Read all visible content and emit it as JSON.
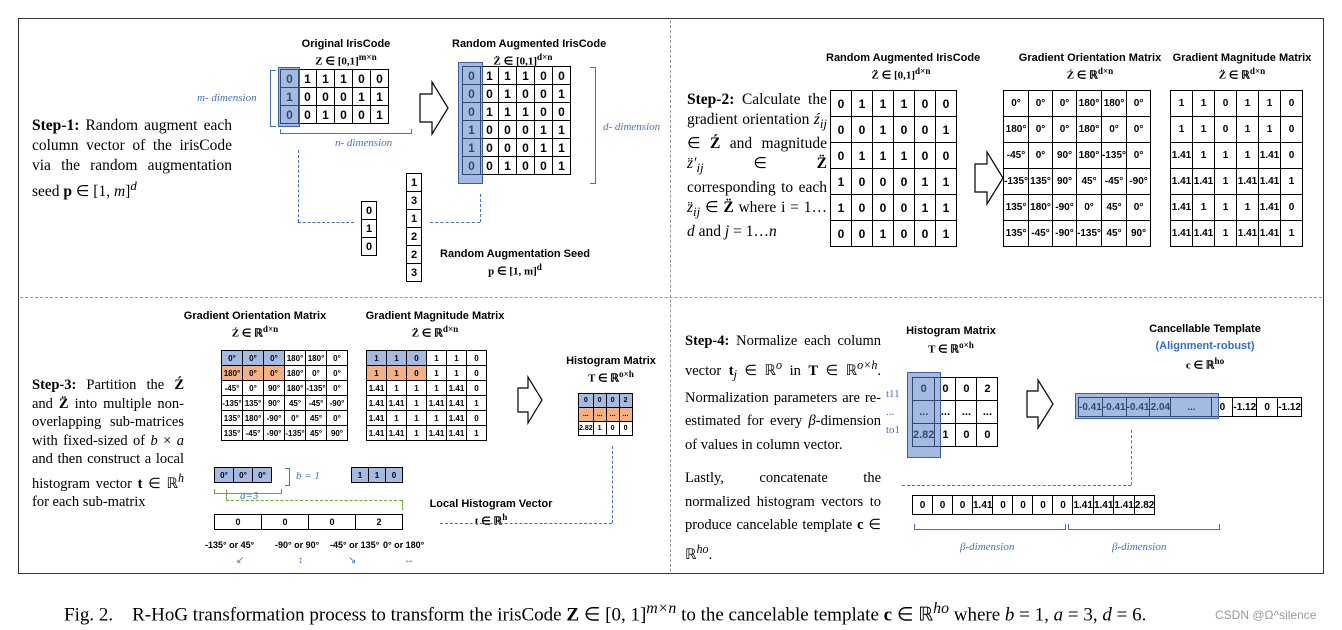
{
  "step1": {
    "label": "Step-1:",
    "text": "Random augment each column vector of the irisCode via the random augmentation seed p ∈ [1, m]^d",
    "orig_title": "Original IrisCode",
    "orig_sub": "Z ∈ [0,1]^{m×n}",
    "aug_title": "Random Augmented IrisCode",
    "aug_sub": "Z̈ ∈ [0,1]^{d×n}",
    "seed_title": "Random Augmentation Seed",
    "seed_sub": "p ∈ [1, m]^d",
    "m_dim": "m- dimension",
    "n_dim": "n- dimension",
    "d_dim": "d- dimension",
    "orig_matrix": [
      [
        "0",
        "1",
        "1",
        "1",
        "0",
        "0"
      ],
      [
        "1",
        "0",
        "0",
        "0",
        "1",
        "1"
      ],
      [
        "0",
        "0",
        "1",
        "0",
        "0",
        "1"
      ]
    ],
    "aug_matrix": [
      [
        "0",
        "1",
        "1",
        "1",
        "0",
        "0"
      ],
      [
        "0",
        "0",
        "1",
        "0",
        "0",
        "1"
      ],
      [
        "0",
        "1",
        "1",
        "1",
        "0",
        "0"
      ],
      [
        "1",
        "0",
        "0",
        "0",
        "1",
        "1"
      ],
      [
        "1",
        "0",
        "0",
        "0",
        "1",
        "1"
      ],
      [
        "0",
        "0",
        "1",
        "0",
        "0",
        "1"
      ]
    ],
    "first_col": [
      "0",
      "1",
      "0"
    ],
    "seed": [
      "1",
      "3",
      "1",
      "2",
      "2",
      "3"
    ]
  },
  "step2": {
    "label": "Step-2:",
    "text": "Calculate the gradient orientation ź_ij ∈ Ź and magnitude z̈′_ij ∈ Z̈ corresponding to each z̈_ij ∈ Z̈ where i = 1…d and j = 1…n",
    "aug_title": "Random Augmented IrisCode",
    "aug_sub": "Z̈ ∈ [0,1]^{d×n}",
    "orient_title": "Gradient Orientation Matrix",
    "orient_sub": "Ź ∈ ℝ^{d×n}",
    "mag_title": "Gradient Magnitude Matrix",
    "mag_sub": "Z̈ ∈ ℝ^{d×n}",
    "aug_matrix": [
      [
        "0",
        "1",
        "1",
        "1",
        "0",
        "0"
      ],
      [
        "0",
        "0",
        "1",
        "0",
        "0",
        "1"
      ],
      [
        "0",
        "1",
        "1",
        "1",
        "0",
        "0"
      ],
      [
        "1",
        "0",
        "0",
        "0",
        "1",
        "1"
      ],
      [
        "1",
        "0",
        "0",
        "0",
        "1",
        "1"
      ],
      [
        "0",
        "0",
        "1",
        "0",
        "0",
        "1"
      ]
    ],
    "orient_matrix": [
      [
        "0°",
        "0°",
        "0°",
        "180°",
        "180°",
        "0°"
      ],
      [
        "180°",
        "0°",
        "0°",
        "180°",
        "0°",
        "0°"
      ],
      [
        "-45°",
        "0°",
        "90°",
        "180°",
        "-135°",
        "0°"
      ],
      [
        "-135°",
        "135°",
        "90°",
        "45°",
        "-45°",
        "-90°"
      ],
      [
        "135°",
        "180°",
        "-90°",
        "0°",
        "45°",
        "0°"
      ],
      [
        "135°",
        "-45°",
        "-90°",
        "-135°",
        "45°",
        "90°"
      ]
    ],
    "mag_matrix": [
      [
        "1",
        "1",
        "0",
        "1",
        "1",
        "0"
      ],
      [
        "1",
        "1",
        "0",
        "1",
        "1",
        "0"
      ],
      [
        "1.41",
        "1",
        "1",
        "1",
        "1.41",
        "0"
      ],
      [
        "1.41",
        "1.41",
        "1",
        "1.41",
        "1.41",
        "1"
      ],
      [
        "1.41",
        "1",
        "1",
        "1",
        "1.41",
        "0"
      ],
      [
        "1.41",
        "1.41",
        "1",
        "1.41",
        "1.41",
        "1"
      ]
    ]
  },
  "step3": {
    "label": "Step-3:",
    "text": "Partition the Ź and Z̈ into multiple non-overlapping sub-matrices with fixed-sized of b × a and then construct a local histogram vector t ∈ ℝ^h for each sub-matrix",
    "orient_title": "Gradient Orientation Matrix",
    "orient_sub": "Ź ∈ ℝ^{d×n}",
    "mag_title": "Gradient Magnitude Matrix",
    "mag_sub": "Z̈ ∈ ℝ^{d×n}",
    "hist_title": "Histogram Matrix",
    "hist_sub": "T ∈ ℝ^{o×h}",
    "local_title": "Local Histogram Vector",
    "local_sub": "t ∈ ℝ^h",
    "b_label": "b = 1",
    "a_label": "a=3",
    "orient_matrix": [
      [
        "0°",
        "0°",
        "0°",
        "180°",
        "180°",
        "0°"
      ],
      [
        "180°",
        "0°",
        "0°",
        "180°",
        "0°",
        "0°"
      ],
      [
        "-45°",
        "0°",
        "90°",
        "180°",
        "-135°",
        "0°"
      ],
      [
        "-135°",
        "135°",
        "90°",
        "45°",
        "-45°",
        "-90°"
      ],
      [
        "135°",
        "180°",
        "-90°",
        "0°",
        "45°",
        "0°"
      ],
      [
        "135°",
        "-45°",
        "-90°",
        "-135°",
        "45°",
        "90°"
      ]
    ],
    "mag_matrix": [
      [
        "1",
        "1",
        "0",
        "1",
        "1",
        "0"
      ],
      [
        "1",
        "1",
        "0",
        "1",
        "1",
        "0"
      ],
      [
        "1.41",
        "1",
        "1",
        "1",
        "1.41",
        "0"
      ],
      [
        "1.41",
        "1.41",
        "1",
        "1.41",
        "1.41",
        "1"
      ],
      [
        "1.41",
        "1",
        "1",
        "1",
        "1.41",
        "0"
      ],
      [
        "1.41",
        "1.41",
        "1",
        "1.41",
        "1.41",
        "1"
      ]
    ],
    "sub_orient": [
      "0°",
      "0°",
      "0°"
    ],
    "sub_mag": [
      "1",
      "1",
      "0"
    ],
    "local_vec": [
      "0",
      "0",
      "0",
      "2"
    ],
    "bins": [
      "-135° or 45°",
      "-90° or 90°",
      "-45° or 135°",
      "0° or 180°"
    ],
    "hist_small": [
      [
        "0",
        "0",
        "0",
        "2"
      ],
      [
        "...",
        "...",
        "...",
        "..."
      ],
      [
        "2.82",
        "1",
        "0",
        "0"
      ]
    ]
  },
  "step4": {
    "label": "Step-4:",
    "text1": "Normalize each column vector t_j ∈ ℝ^o in T ∈ ℝ^{o×h}. Normalization parameters are re-estimated for every β-dimension of values in column vector.",
    "text2": "Lastly, concatenate the normalized histogram vectors to produce cancelable template c ∈ ℝ^{ho}.",
    "hist_title": "Histogram Matrix",
    "hist_sub": "T ∈ ℝ^{o×h}",
    "cancel_title": "Cancellable Template",
    "cancel_note": "(Alignment-robust)",
    "cancel_sub": "c ∈ ℝ^{ho}",
    "hist_matrix": [
      [
        "0",
        "0",
        "0",
        "2"
      ],
      [
        "...",
        "...",
        "...",
        "..."
      ],
      [
        "2.82",
        "1",
        "0",
        "0"
      ]
    ],
    "row_labels": [
      "t11",
      "...",
      "to1"
    ],
    "template": [
      "-0.41",
      "-0.41",
      "-0.41",
      "2.04",
      "...",
      "0",
      "-1.12",
      "0",
      "-1.12"
    ],
    "concat": [
      "0",
      "0",
      "0",
      "1.41",
      "0",
      "0",
      "0",
      "0",
      "1.41",
      "1.41",
      "1.41",
      "2.82"
    ],
    "beta1": "β-dimension",
    "beta2": "β-dimension"
  },
  "caption": "Fig. 2.   R-HoG transformation process to transform the irisCode Z ∈ [0, 1]^{m×n} to the cancelable template c ∈ ℝ^{ho} where b = 1, a = 3, d = 6.",
  "watermark": "CSDN @Ω^silence"
}
